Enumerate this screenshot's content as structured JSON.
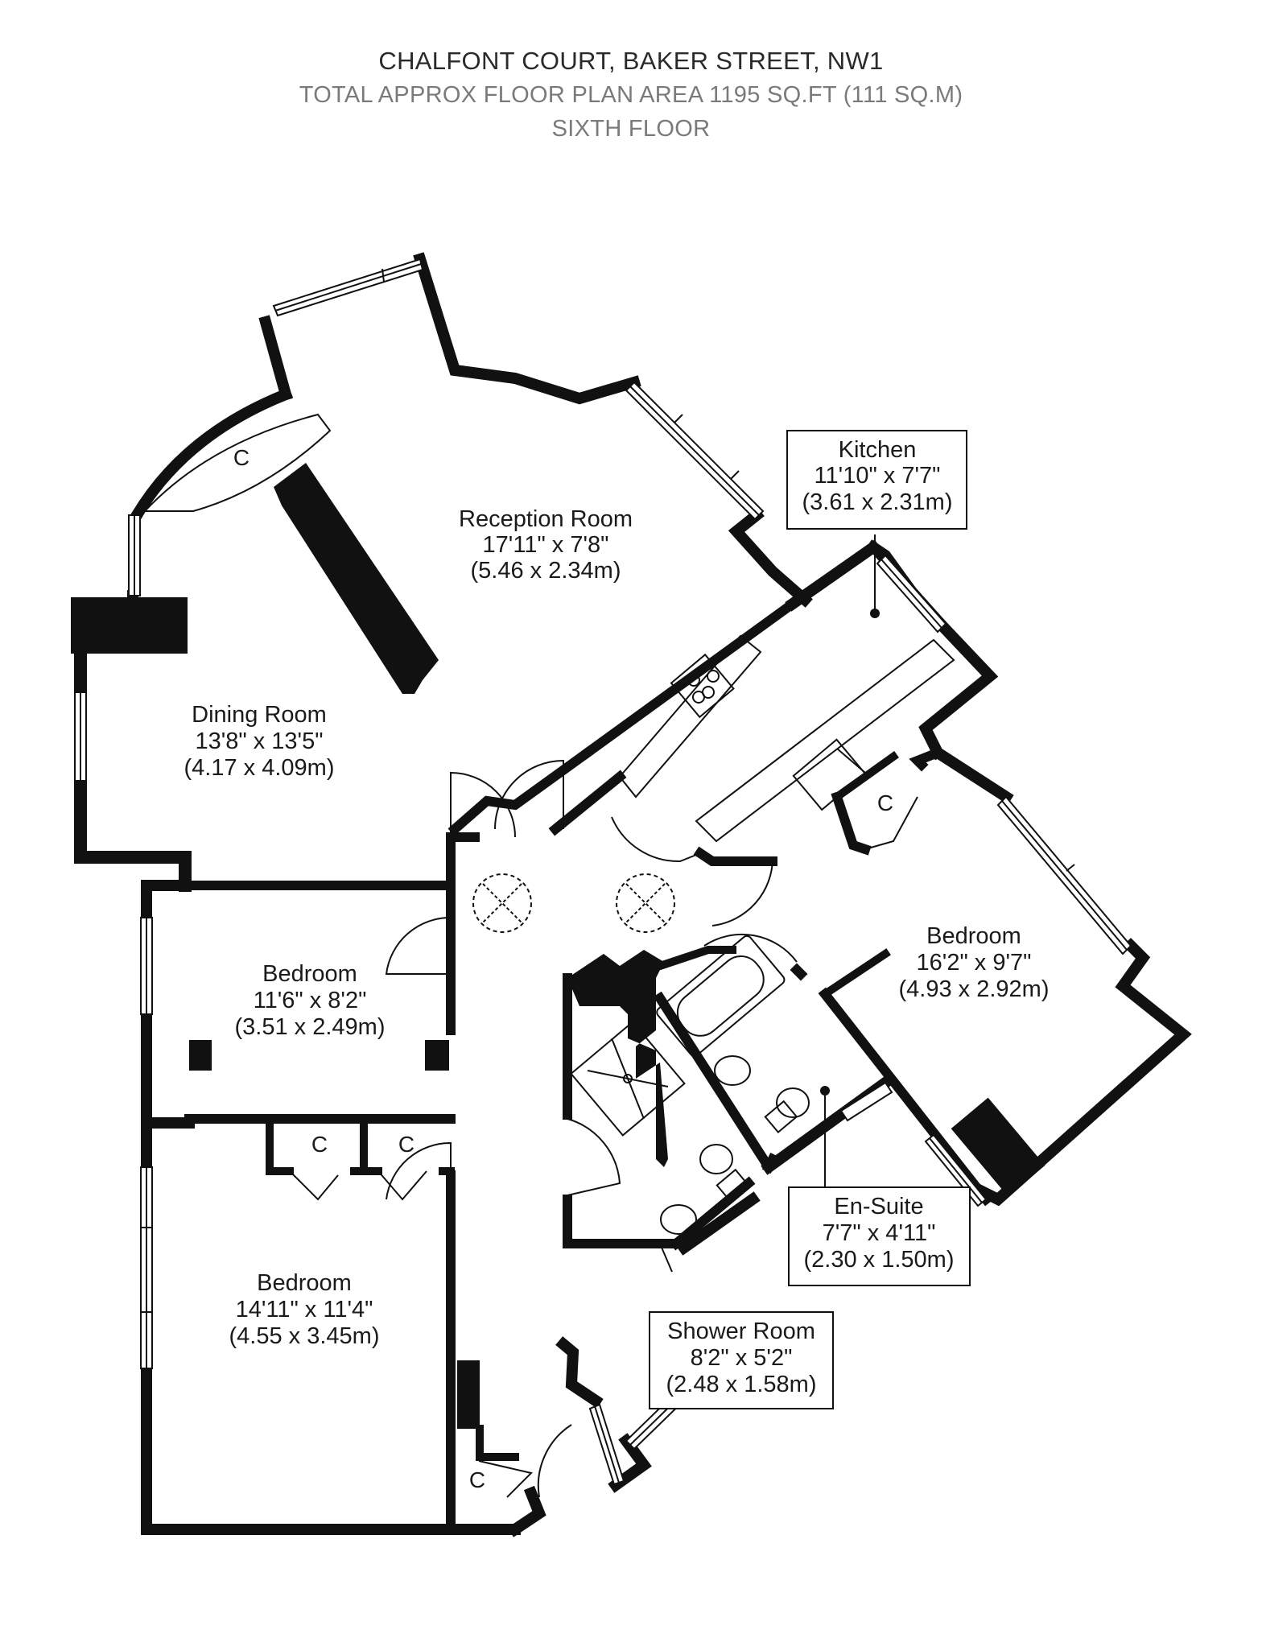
{
  "header": {
    "address": "CHALFONT COURT, BAKER STREET, NW1",
    "area": "TOTAL APPROX FLOOR PLAN AREA 1195 SQ.FT (111 SQ.M)",
    "floor": "SIXTH FLOOR"
  },
  "rooms": {
    "reception": {
      "name": "Reception Room",
      "imperial": "17'11\" x 7'8\"",
      "metric": "(5.46 x 2.34m)"
    },
    "kitchen": {
      "name": "Kitchen",
      "imperial": "11'10\" x 7'7\"",
      "metric": "(3.61 x 2.31m)"
    },
    "dining": {
      "name": "Dining Room",
      "imperial": "13'8\" x 13'5\"",
      "metric": "(4.17 x 4.09m)"
    },
    "bedroom_small": {
      "name": "Bedroom",
      "imperial": "11'6\" x 8'2\"",
      "metric": "(3.51 x 2.49m)"
    },
    "bedroom_main": {
      "name": "Bedroom",
      "imperial": "16'2\" x 9'7\"",
      "metric": "(4.93 x 2.92m)"
    },
    "bedroom_lower": {
      "name": "Bedroom",
      "imperial": "14'11\" x 11'4\"",
      "metric": "(4.55 x 3.45m)"
    },
    "ensuite": {
      "name": "En-Suite",
      "imperial": "7'7\" x 4'11\"",
      "metric": "(2.30 x 1.50m)"
    },
    "shower": {
      "name": "Shower Room",
      "imperial": "8'2\" x 5'2\"",
      "metric": "(2.48 x 1.58m)"
    }
  },
  "cupboard_label": "C"
}
